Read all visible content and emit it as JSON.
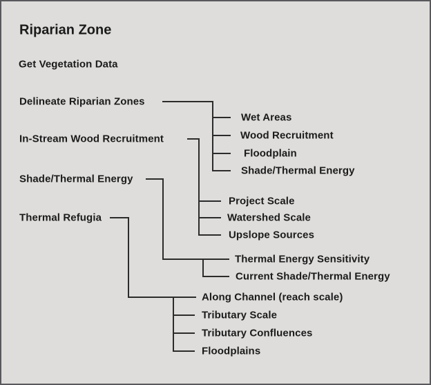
{
  "colors": {
    "background": "#dedddb",
    "border": "#59595c",
    "line": "#2b2b2b",
    "text": "#1b1b1b"
  },
  "header": {
    "title": "Riparian Zone",
    "subtitle": "Get Vegetation Data"
  },
  "tree": {
    "roots": [
      {
        "label": "Delineate Riparian Zones",
        "children": [
          "Wet Areas",
          "Wood Recruitment",
          "Floodplain",
          "Shade/Thermal Energy"
        ]
      },
      {
        "label": "In-Stream Wood Recruitment",
        "children": [
          "Project Scale",
          "Watershed Scale",
          "Upslope Sources"
        ]
      },
      {
        "label": "Shade/Thermal Energy",
        "children": [
          "Thermal Energy Sensitivity",
          "Current Shade/Thermal Energy"
        ]
      },
      {
        "label": "Thermal Refugia",
        "children": [
          "Along Channel (reach scale)",
          "Tributary Scale",
          "Tributary Confluences",
          "Floodplains"
        ]
      }
    ]
  }
}
